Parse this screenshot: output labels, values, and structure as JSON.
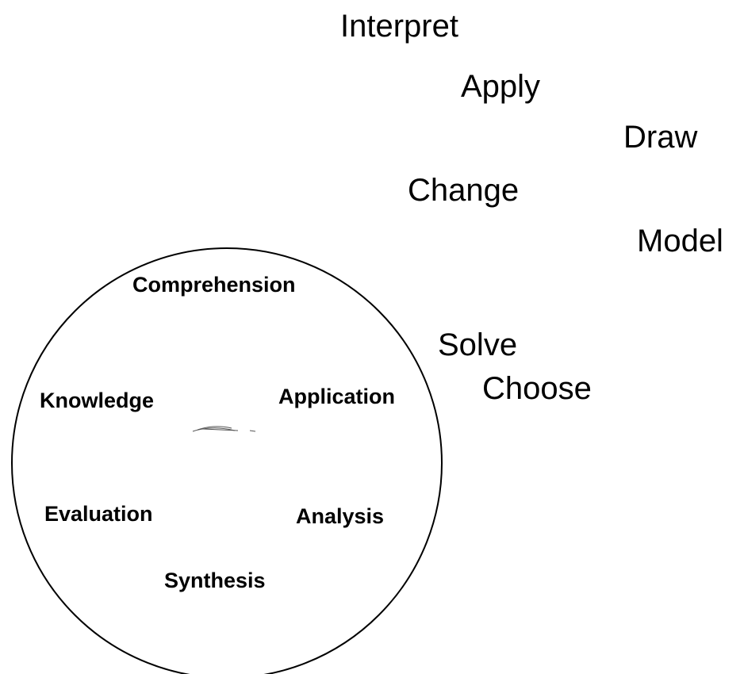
{
  "verbs": {
    "interpret": "Interpret",
    "apply": "Apply",
    "draw": "Draw",
    "change": "Change",
    "model": "Model",
    "solve": "Solve",
    "choose": "Choose"
  },
  "levels": {
    "comprehension": "Comprehension",
    "knowledge": "Knowledge",
    "application": "Application",
    "evaluation": "Evaluation",
    "analysis": "Analysis",
    "synthesis": "Synthesis"
  },
  "colors": {
    "stroke": "#000000",
    "background": "#ffffff"
  }
}
